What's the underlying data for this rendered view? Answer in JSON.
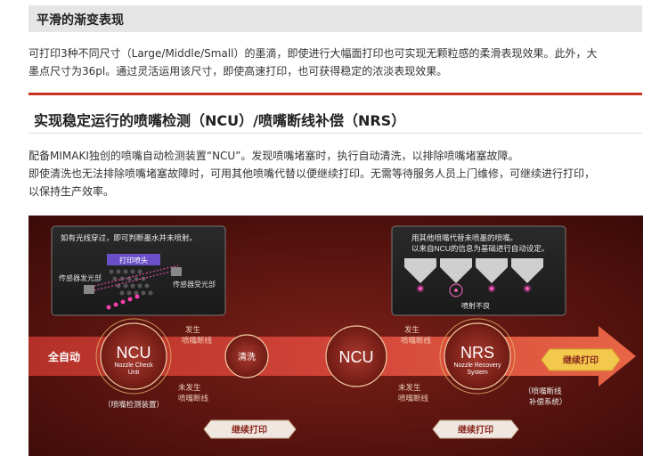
{
  "section1": {
    "title": "平滑的渐变表现",
    "line1": "可打印3种不同尺寸（Large/Middle/Small）的墨滴，即使进行大幅面打印也可实现无颗粒感的柔滑表现效果。此外，大",
    "line2": "墨点尺寸为36pl。通过灵活运用该尺寸，即使高速打印，也可获得稳定的浓淡表现效果。"
  },
  "section2": {
    "title": "实现稳定运行的喷嘴检测（NCU）/喷嘴断线补偿（NRS）",
    "line1": "配备MIMAKI独创的喷嘴自动检测装置“NCU”。发现喷嘴堵塞时，执行自动清洗，以排除喷嘴堵塞故障。",
    "line2": "即使清洗也无法排除喷嘴堵塞故障时，可用其他喷嘴代替以便继续打印。无需等待服务人员上门维修，可继续进行打印，",
    "line3": "以保持生产效率。"
  },
  "diagram": {
    "panel_left_caption": "如有光线穿过，即可判断墨水并未喷射。",
    "printhead_label": "打印喷头",
    "emitter_label": "传感器发光部",
    "receiver_label": "传感器受光部",
    "panel_right_line1": "用其他喷嘴代替未喷墨的喷嘴。",
    "panel_right_line2": "以来自NCU的信息为基础进行自动设定。",
    "fault_label": "喷射不良",
    "start_label": "全自动",
    "ncu_title": "NCU",
    "ncu_sub1": "Nozzle Check",
    "ncu_sub2": "Unit",
    "ncu_caption": "（喷嘴检测装置）",
    "occur1_line1": "发生",
    "occur1_line2": "喷嘴断线",
    "clean_label": "清洗",
    "ncu2_title": "NCU",
    "occur2_line1": "发生",
    "occur2_line2": "喷嘴断线",
    "nrs_title": "NRS",
    "nrs_sub1": "Nozzle Recovery",
    "nrs_sub2": "System",
    "nrs_caption_line1": "（喷嘴断线",
    "nrs_caption_line2": "补偿系统）",
    "end_label": "继续打印",
    "not1_line1": "未发生",
    "not1_line2": "喷嘴断线",
    "cont1_label": "继续打印",
    "not2_line1": "未发生",
    "not2_line2": "喷嘴断线",
    "cont2_label": "继续打印"
  }
}
